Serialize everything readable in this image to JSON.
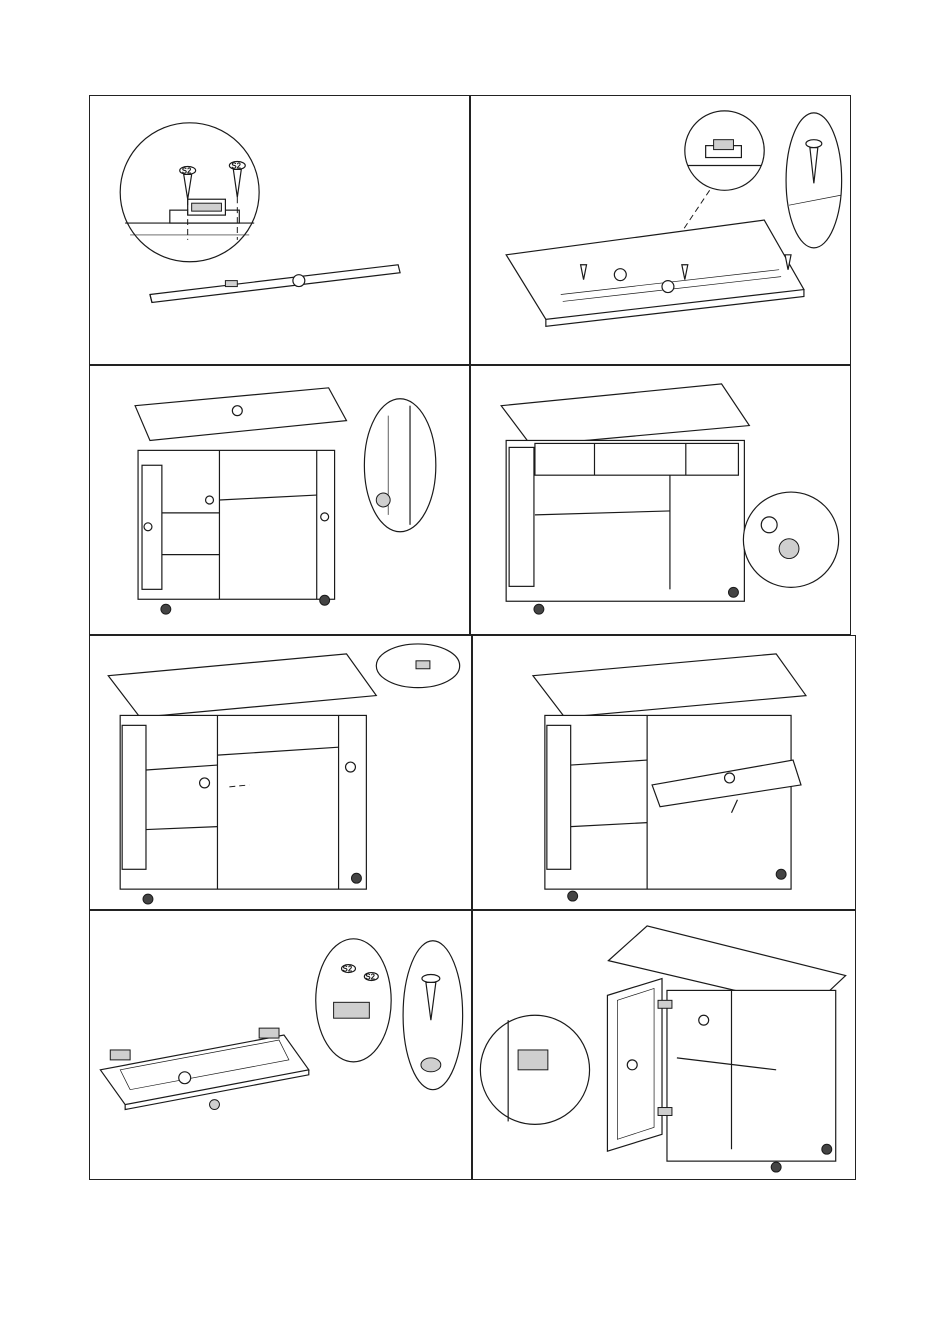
{
  "screw_labels": {
    "step1_left": "S2",
    "step1_right": "S2",
    "step7_left": "S2",
    "step7_right": "S2"
  },
  "colors": {
    "line": "#1a1a1a",
    "fill": "#ffffff",
    "shade": "#cfcfcf"
  },
  "icons": [
    "screw-icon",
    "magnetic-catch-icon",
    "cam-lock-icon",
    "hinge-icon",
    "knob-icon",
    "caster-wheel-icon",
    "dowel-icon"
  ]
}
